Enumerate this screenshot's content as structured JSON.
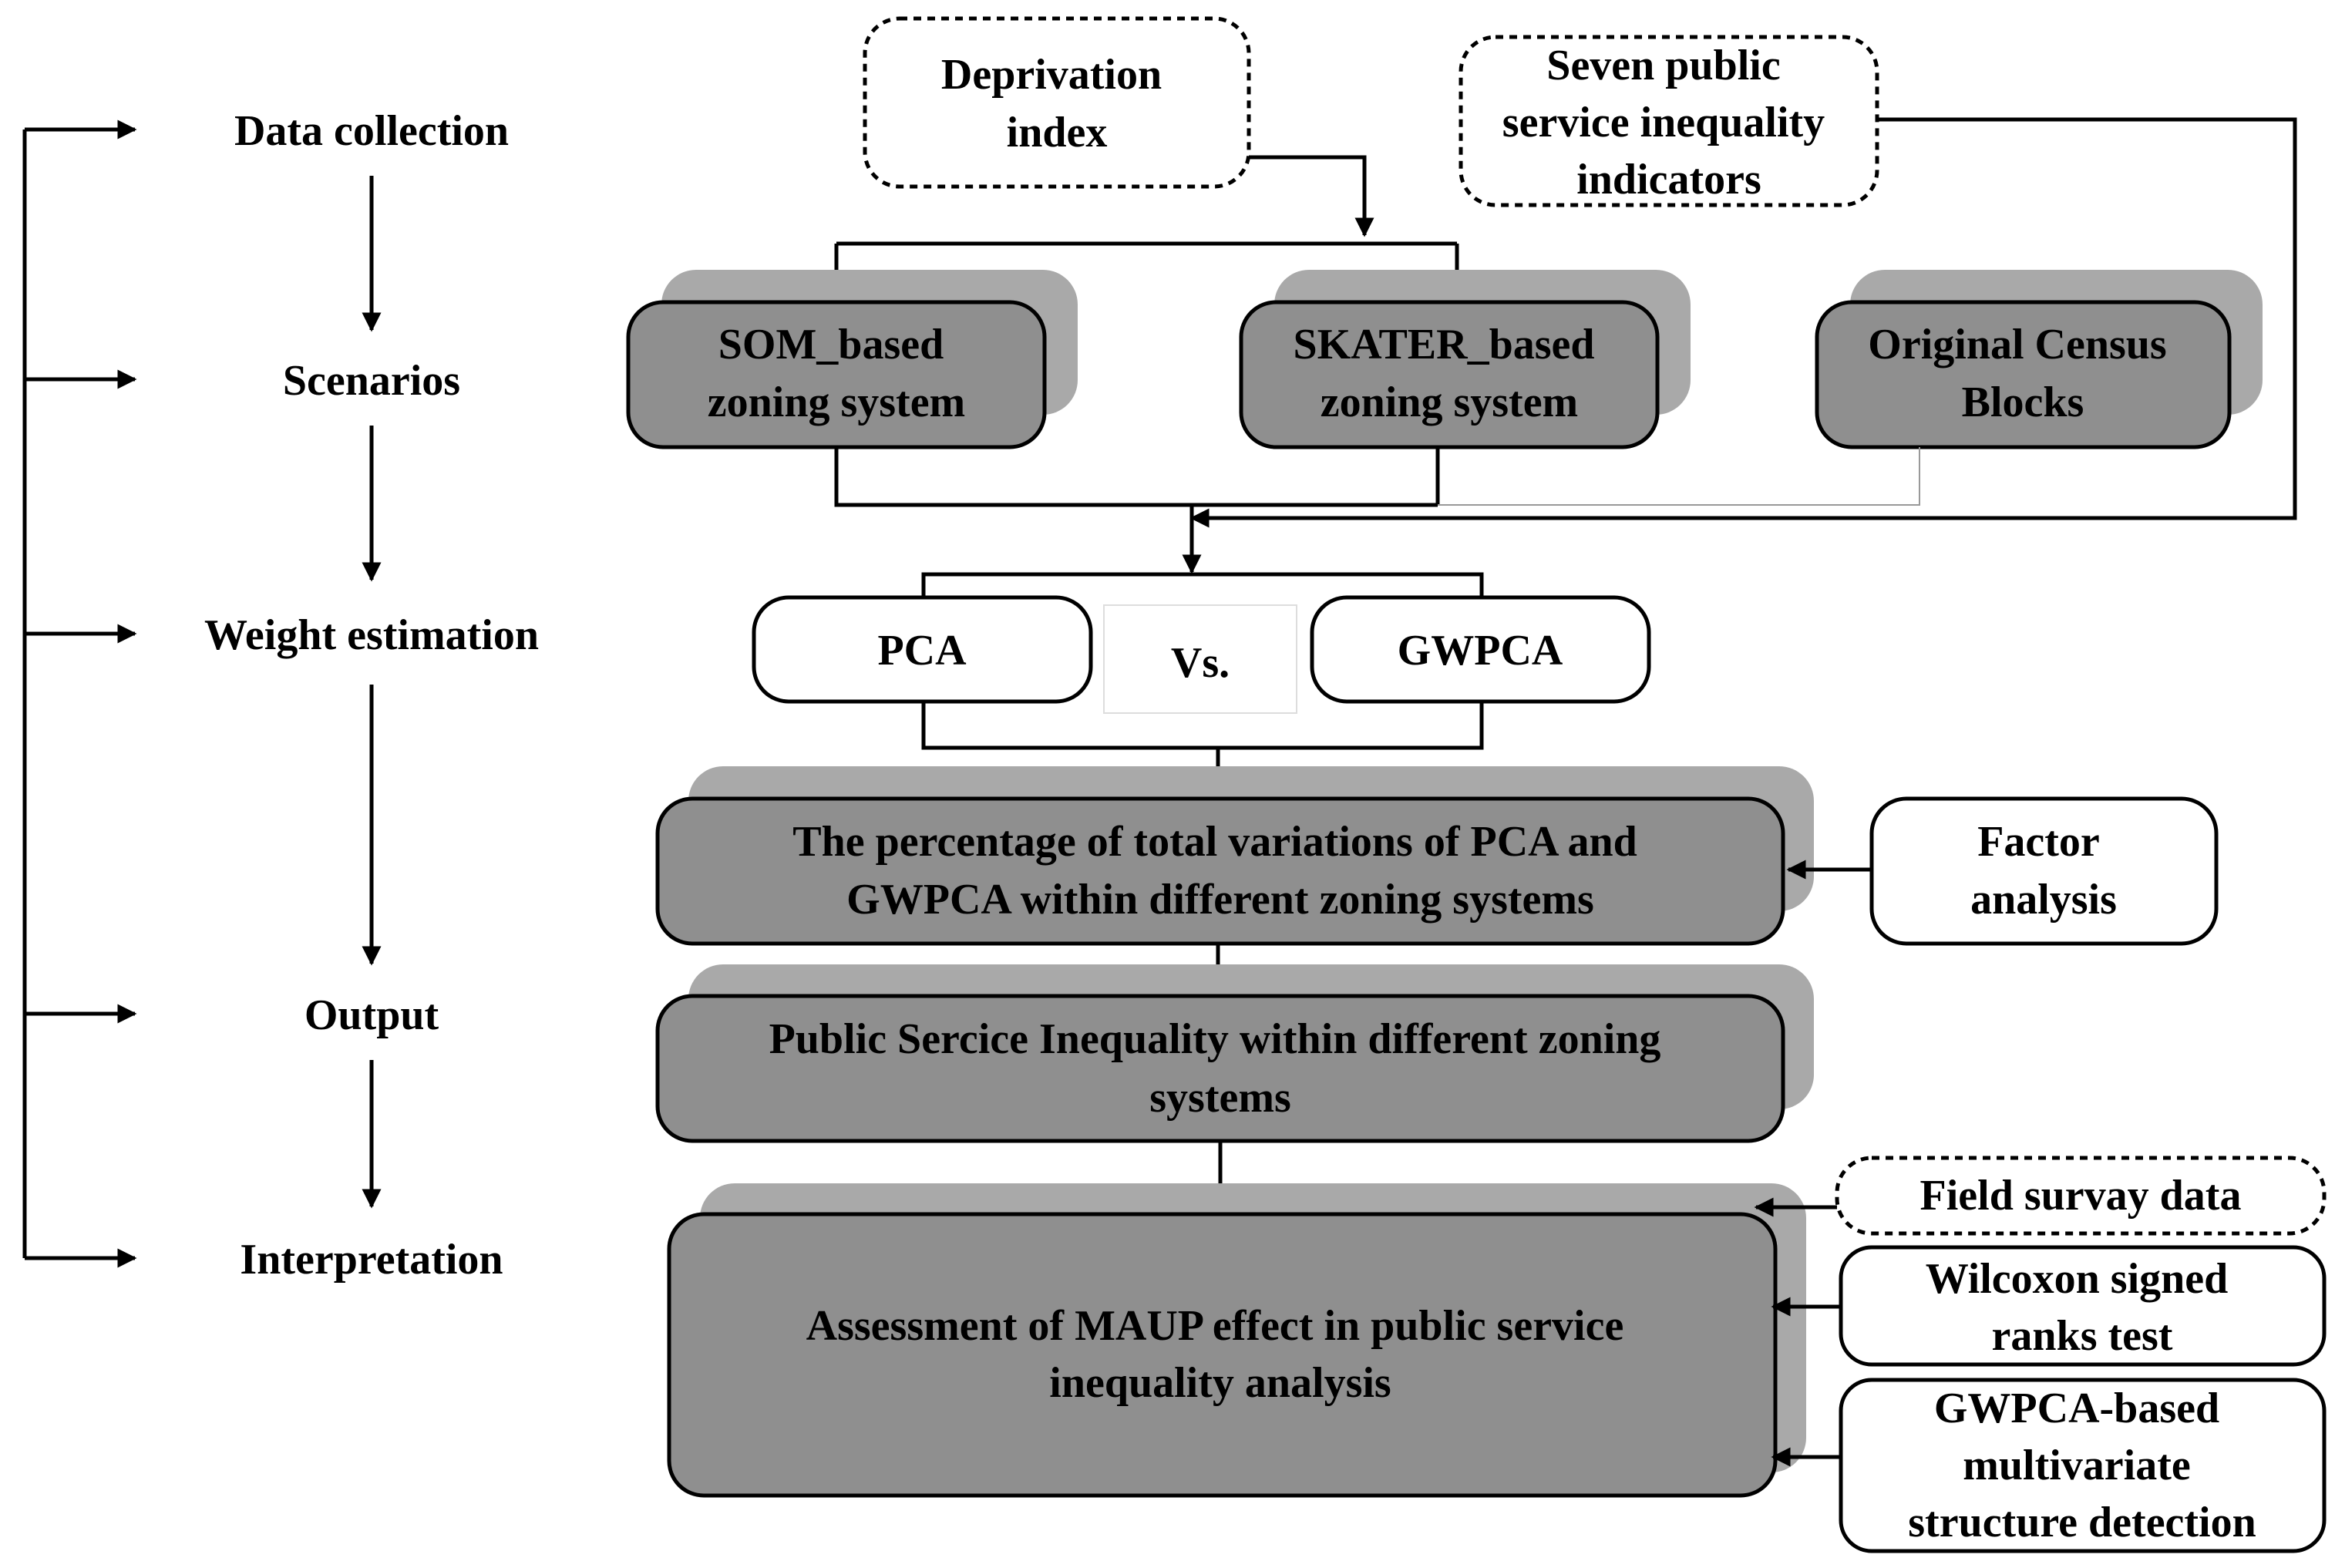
{
  "stages": [
    "Data collection",
    "Scenarios",
    "Weight estimation",
    "Output",
    "Interpretation"
  ],
  "inputs": {
    "deprivation": [
      "Deprivation",
      "index"
    ],
    "inequality_indicators": [
      "Seven public",
      "service inequality",
      "indicators"
    ]
  },
  "scenarios": {
    "som": [
      "SOM_based",
      "zoning system"
    ],
    "skater": [
      "SKATER_based",
      "zoning system"
    ],
    "census": [
      "Original Census",
      "Blocks"
    ]
  },
  "weights": {
    "pca": "PCA",
    "vs": "Vs.",
    "gwpca": "GWPCA"
  },
  "variation": [
    "The percentage of total variations of PCA and",
    "GWPCA within different zoning systems"
  ],
  "factor_analysis": [
    "Factor",
    "analysis"
  ],
  "inequality_output": [
    "Public Sercice Inequality within different zoning",
    "systems"
  ],
  "assessment": [
    "Assessment of MAUP effect in public service",
    "inequality analysis"
  ],
  "methods": {
    "field_survey": [
      "Field survay data"
    ],
    "wilcoxon": [
      "Wilcoxon signed",
      "ranks test"
    ],
    "gwpca_structure": [
      "GWPCA-based",
      "multivariate",
      "structure detection"
    ]
  }
}
